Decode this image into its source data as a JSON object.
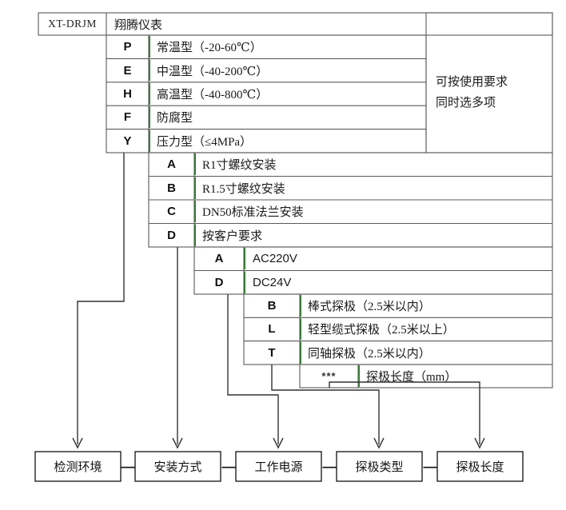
{
  "diagram": {
    "title_row": {
      "model_code": "XT-DRJM",
      "brand": "翔腾仪表"
    },
    "note": "可按使用要求\n同时选多项",
    "sections": [
      {
        "name": "detection-environment",
        "rows": [
          {
            "code": "P",
            "desc": "常温型（-20-60℃）"
          },
          {
            "code": "E",
            "desc": "中温型（-40-200℃）"
          },
          {
            "code": "H",
            "desc": "高温型（-40-800℃）"
          },
          {
            "code": "F",
            "desc": "防腐型"
          },
          {
            "code": "Y",
            "desc": "压力型（≤4MPa）"
          }
        ]
      },
      {
        "name": "mounting-method",
        "rows": [
          {
            "code": "A",
            "desc": "R1寸螺纹安装"
          },
          {
            "code": "B",
            "desc": "R1.5寸螺纹安装"
          },
          {
            "code": "C",
            "desc": "DN50标准法兰安装"
          },
          {
            "code": "D",
            "desc": "按客户要求"
          }
        ]
      },
      {
        "name": "working-power",
        "rows": [
          {
            "code": "A",
            "desc": "AC220V"
          },
          {
            "code": "D",
            "desc": "DC24V"
          }
        ]
      },
      {
        "name": "probe-type",
        "rows": [
          {
            "code": "B",
            "desc": "棒式探极（2.5米以内）"
          },
          {
            "code": "L",
            "desc": "轻型缆式探极（2.5米以上）"
          },
          {
            "code": "T",
            "desc": "同轴探极（2.5米以内）"
          }
        ]
      },
      {
        "name": "probe-length",
        "rows": [
          {
            "code": "***",
            "desc": "探极长度（mm）"
          }
        ]
      }
    ],
    "legend": {
      "items": [
        {
          "label": "检测环境"
        },
        {
          "label": "安装方式"
        },
        {
          "label": "工作电源"
        },
        {
          "label": "探极类型"
        },
        {
          "label": "探极长度"
        }
      ],
      "separator": "—"
    },
    "colors": {
      "line": "#5a5a5a",
      "accent": "#3a7a3a",
      "box_border": "#111111",
      "text": "#1a1a1a",
      "background": "#ffffff"
    }
  }
}
